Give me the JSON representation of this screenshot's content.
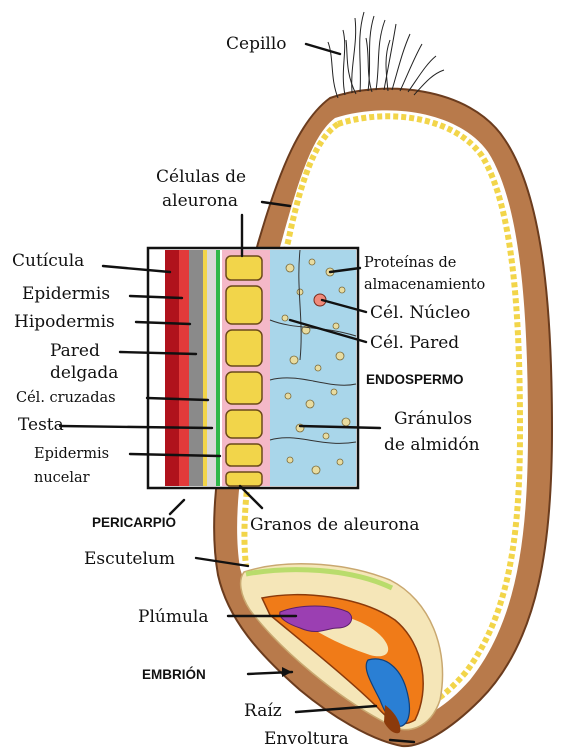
{
  "labels": {
    "cepillo": "Cepillo",
    "celulas_aleurona_l1": "Células de",
    "celulas_aleurona_l2": "aleurona",
    "cuticula": "Cutícula",
    "epidermis": "Epidermis",
    "hipodermis": "Hipodermis",
    "pared_delgada_l1": "Pared",
    "pared_delgada_l2": "delgada",
    "cel_cruzadas": "Cél. cruzadas",
    "testa": "Testa",
    "epidermis_nucelar_l1": "Epidermis",
    "epidermis_nucelar_l2": "nucelar",
    "pericarpio": "PERICARPIO",
    "proteinas_l1": "Proteínas de",
    "proteinas_l2": "almacenamiento",
    "cel_nucleo": "Cél. Núcleo",
    "cel_pared": "Cél. Pared",
    "endospermo": "ENDOSPERMO",
    "granulos_l1": "Gránulos",
    "granulos_l2": "de almidón",
    "granos_aleurona": "Granos de aleurona",
    "escutelum": "Escutelum",
    "plumula": "Plúmula",
    "embrion": "EMBRIÓN",
    "raiz": "Raíz",
    "envoltura": "Envoltura"
  },
  "colors": {
    "seed_coat": "#b87a4b",
    "seed_coat_dark": "#6b3c1e",
    "aleurone_layer": "#f2d54a",
    "endosperm_blue": "#a9d6ea",
    "pink_tissue": "#f4b8c8",
    "red_cuticle": "#b0121c",
    "gray_layer": "#8a8a8a",
    "green_line": "#2fb84a",
    "plumule_purple": "#9b3fb2",
    "orange_embryo": "#f07b18",
    "root_blue": "#2a7fd4",
    "scutellum_cream": "#f5e6b8"
  }
}
